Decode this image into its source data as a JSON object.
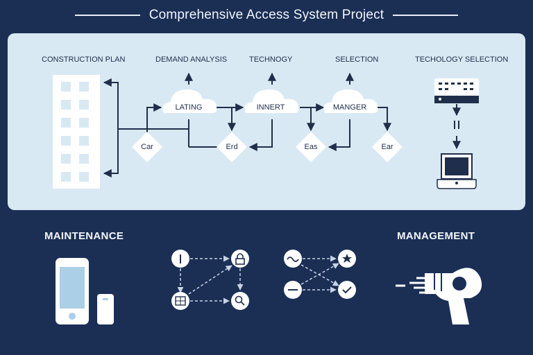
{
  "title": "Comprehensive Access System Project",
  "columns": {
    "construction": "CONSTRUCTION PLAN",
    "demand": "DEMAND ANALYSIS",
    "technology": "TECHNOGY",
    "selection": "SELECTION",
    "tech_selection": "TECHOLOGY SELECTION"
  },
  "clouds": [
    "LATING",
    "INNERT",
    "MANGER"
  ],
  "diamonds": [
    "Car",
    "Erd",
    "Eas",
    "Ear"
  ],
  "sections": {
    "maintenance": "MAINTENANCE",
    "management": "MANAGEMENT"
  },
  "colors": {
    "background": "#1b2f55",
    "panel": "#d9e9f3",
    "line": "#1f2e4a"
  },
  "icons": [
    "building-icon",
    "cloud-icon",
    "server-icon",
    "laptop-icon",
    "phone-icon",
    "remote-icon",
    "lock-icon",
    "search-icon",
    "grid-icon",
    "wave-icon",
    "star-icon",
    "check-icon",
    "minus-icon",
    "info-icon",
    "drill-icon"
  ]
}
